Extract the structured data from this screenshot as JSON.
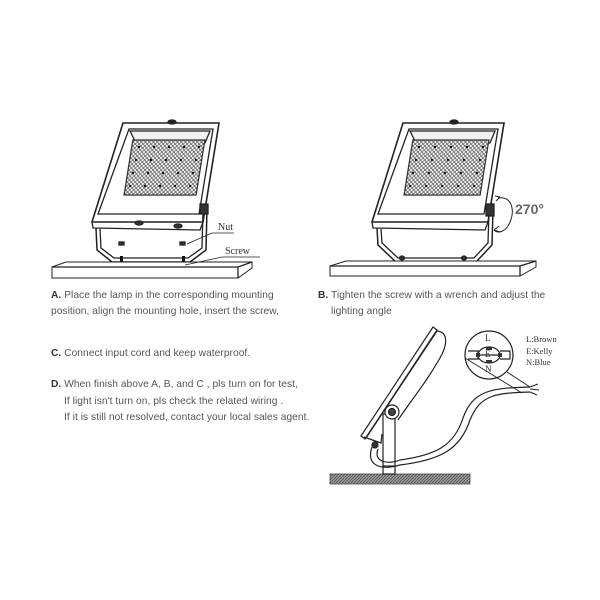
{
  "diagrams": {
    "a": {
      "labels": {
        "nut": "Nut",
        "screw": "Screw"
      }
    },
    "b": {
      "rotation_label": "270°"
    },
    "c": {
      "terminal_letters": {
        "l": "L",
        "e": "E",
        "n": "N"
      },
      "wire_legend": [
        "L:Brown",
        "E:Kelly",
        "N:Blue"
      ]
    }
  },
  "steps": {
    "a": {
      "key": "A.",
      "lines": [
        "Place the lamp in the corresponding mounting",
        "position, align the mounting hole, insert the screw,"
      ]
    },
    "b": {
      "key": "B.",
      "lines": [
        "Tighten the screw with a wrench and adjust the",
        "lighting angle"
      ]
    },
    "c": {
      "key": "C.",
      "lines": [
        "Connect input cord and keep waterproof."
      ]
    },
    "d": {
      "key": "D.",
      "lines": [
        "When finish above A, B, and C , pls turn on for test,",
        "If light isn't turn on, pls check the related wiring .",
        "If it is still not resolved, contact your local sales agent."
      ]
    }
  },
  "colors": {
    "line": "#222222",
    "text": "#555555",
    "key": "#333333",
    "ground": "#8a8a8a"
  }
}
